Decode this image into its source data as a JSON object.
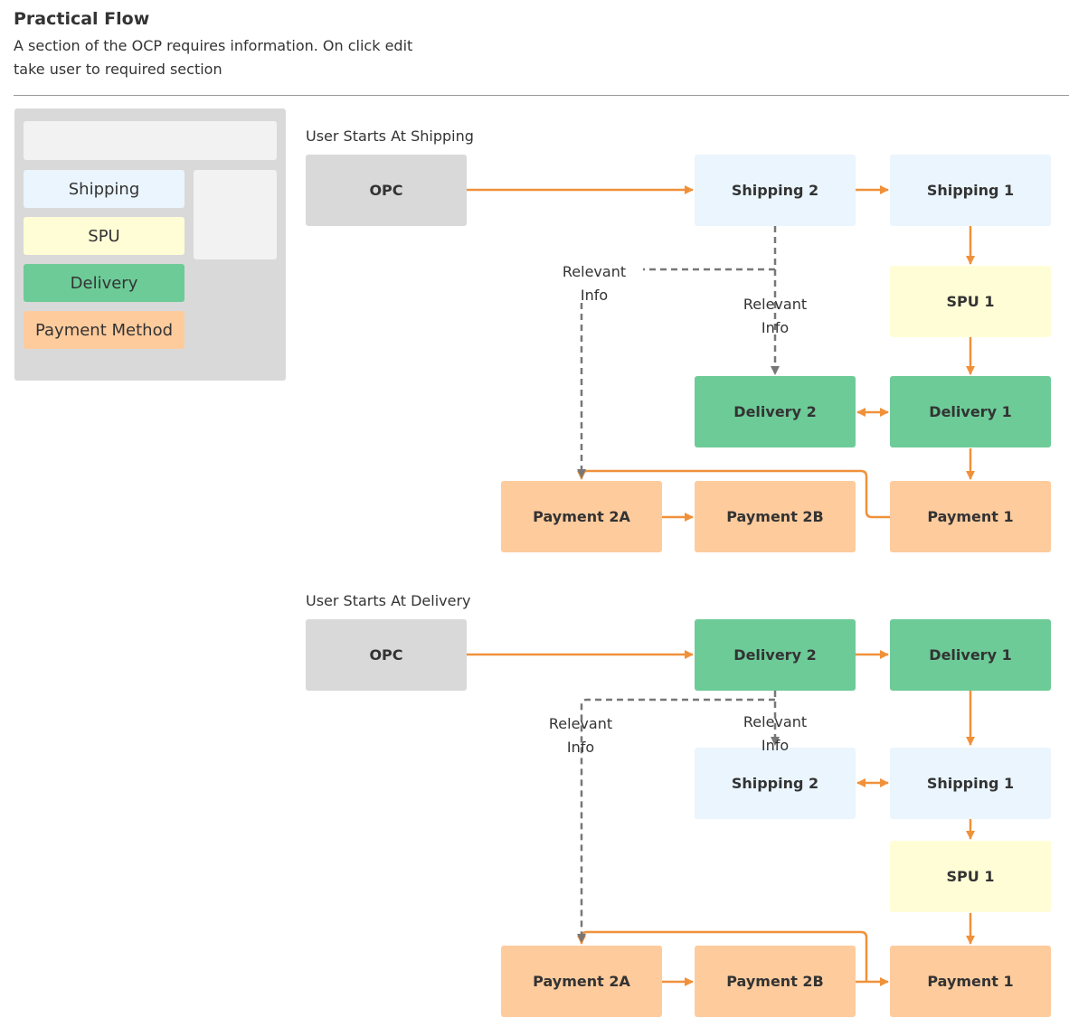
{
  "header": {
    "title": "Practical Flow",
    "description": "A section of the OCP requires information. On click edit take user to required section"
  },
  "legend": {
    "items": [
      "Shipping",
      "SPU",
      "Delivery",
      "Payment Method"
    ]
  },
  "colors": {
    "gray": "#d9d9d9",
    "shipping": "#eaf5fd",
    "spu": "#fefdd6",
    "delivery": "#6dcb98",
    "payment": "#fecb9d",
    "arrow": "#f0913a",
    "dashed": "#777777"
  },
  "flow1": {
    "label": "User Starts At Shipping",
    "nodes": {
      "opc": "OPC",
      "shipping2": "Shipping 2",
      "shipping1": "Shipping 1",
      "spu1": "SPU 1",
      "delivery2": "Delivery 2",
      "delivery1": "Delivery 1",
      "payment2a": "Payment 2A",
      "payment2b": "Payment 2B",
      "payment1": "Payment 1"
    },
    "relevant_info": "Relevant Info"
  },
  "flow2": {
    "label": "User Starts At Delivery",
    "nodes": {
      "opc": "OPC",
      "delivery2": "Delivery 2",
      "delivery1": "Delivery 1",
      "shipping2": "Shipping 2",
      "shipping1": "Shipping 1",
      "spu1": "SPU 1",
      "payment2a": "Payment 2A",
      "payment2b": "Payment 2B",
      "payment1": "Payment 1"
    },
    "relevant_info": "Relevant Info"
  }
}
